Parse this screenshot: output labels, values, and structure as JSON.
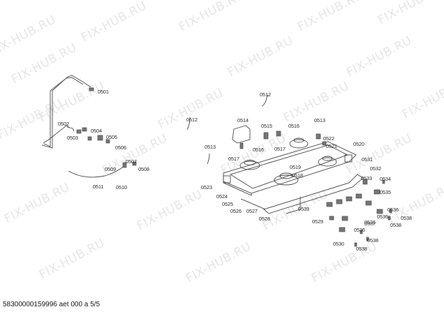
{
  "watermark": {
    "text": "FIX-HUB.RU",
    "color": "#e6e6e6"
  },
  "footer": {
    "text": "58300000159996 aet 000 a 5/5"
  },
  "part_labels": [
    "0501",
    "0502",
    "0503",
    "0504",
    "0505",
    "0506",
    "0507",
    "0508",
    "0509",
    "0510",
    "0511",
    "0512",
    "0512",
    "0513",
    "0513",
    "0514",
    "0515",
    "0516",
    "0516",
    "0517",
    "0517",
    "0518",
    "0519",
    "0520",
    "0521",
    "0522",
    "0523",
    "0524",
    "0525",
    "0526",
    "0527",
    "0528",
    "0529",
    "0530",
    "0531",
    "0532",
    "0533",
    "0534",
    "0535",
    "0536",
    "0536",
    "0536",
    "0536",
    "0537",
    "0538",
    "0538",
    "0538",
    "0538",
    "0539"
  ]
}
